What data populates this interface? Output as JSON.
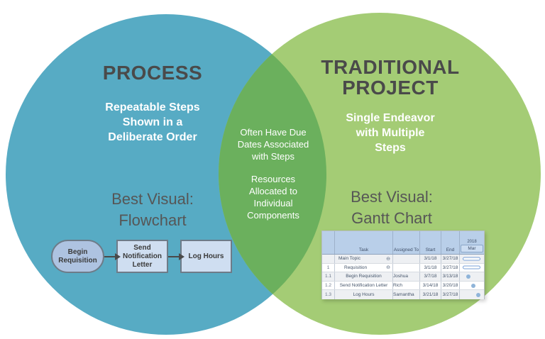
{
  "venn": {
    "left": {
      "title": "PROCESS",
      "body": "Repeatable Steps\nShown in a\nDeliberate Order",
      "best_visual": "Best Visual:\nFlowchart",
      "color": "#57abc4"
    },
    "right": {
      "title": "TRADITIONAL\nPROJECT",
      "body": "Single Endeavor\nwith Multiple\nSteps",
      "best_visual": "Best Visual:\nGantt Chart",
      "color": "#a4cc75"
    },
    "overlap": {
      "color": "#6bb05d",
      "items": [
        "Often Have Due\nDates Associated\nwith Steps",
        "Resources\nAllocated to\nIndividual\nComponents"
      ]
    }
  },
  "flowchart": {
    "nodes": [
      {
        "label": "Begin\nRequisition"
      },
      {
        "label": "Send\nNotification\nLetter"
      },
      {
        "label": "Log Hours"
      }
    ]
  },
  "gantt": {
    "year": "2018",
    "month": "Mar",
    "columns": [
      "Task",
      "Assigned To",
      "Start",
      "End"
    ],
    "rows": [
      {
        "num": "",
        "task": "Main Topic",
        "task_class": "t-main",
        "icon": "⊖",
        "assigned": "",
        "start": "3/1/18",
        "end": "3/27/18",
        "bar_class": "bar-summary"
      },
      {
        "num": "1",
        "task": "Requisition",
        "task_class": "t-l1",
        "icon": "⊖",
        "assigned": "",
        "start": "3/1/18",
        "end": "3/27/18",
        "bar_class": "bar-summary"
      },
      {
        "num": "1.1",
        "task": "Begin Requisition",
        "task_class": "t-l2",
        "assigned": "Joshua",
        "start": "3/7/18",
        "end": "3/13/18",
        "bar_class": "dot dot-1"
      },
      {
        "num": "1.2",
        "task": "Send Notification Letter",
        "task_class": "t-l2",
        "assigned": "Rich",
        "start": "3/14/18",
        "end": "3/20/18",
        "bar_class": "dot dot-2"
      },
      {
        "num": "1.3",
        "task": "Log Hours",
        "task_class": "t-l2",
        "assigned": "Samantha",
        "start": "3/21/18",
        "end": "3/27/18",
        "bar_class": "dot dot-3"
      }
    ]
  }
}
